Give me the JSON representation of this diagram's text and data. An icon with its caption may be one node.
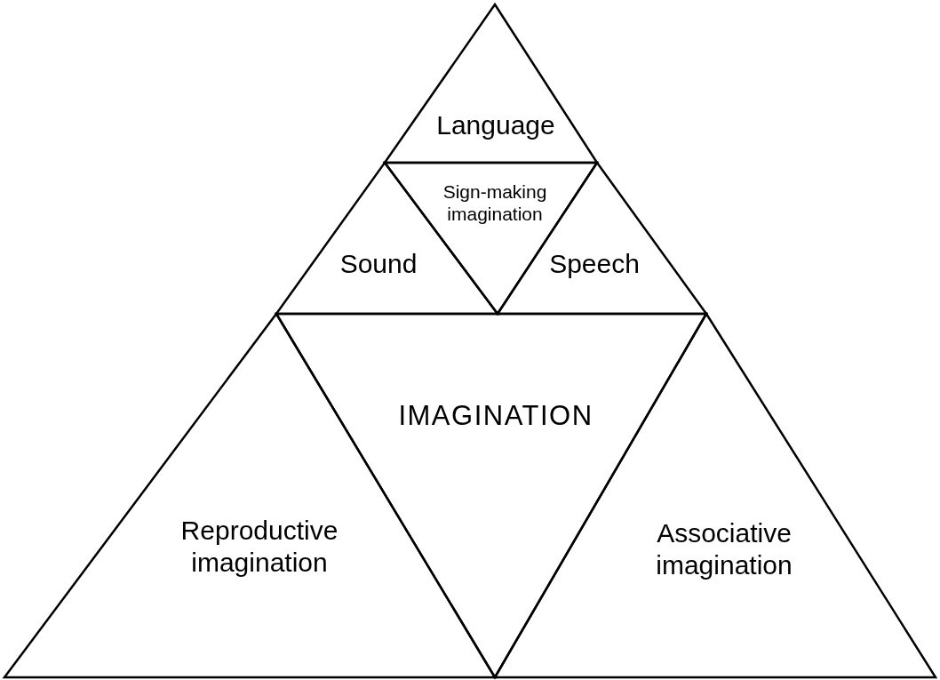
{
  "diagram": {
    "nodes": [
      {
        "text": [
          "Language"
        ]
      },
      {
        "text": [
          "Sign-making imagination"
        ]
      },
      {
        "text": [
          "Sound"
        ]
      },
      {
        "text": [
          "Speech"
        ]
      },
      {
        "text": [
          "IMAGINATION"
        ]
      },
      {
        "text": [
          "Reproductive imagination"
        ]
      },
      {
        "text": [
          "Associative imagination"
        ]
      }
    ]
  }
}
